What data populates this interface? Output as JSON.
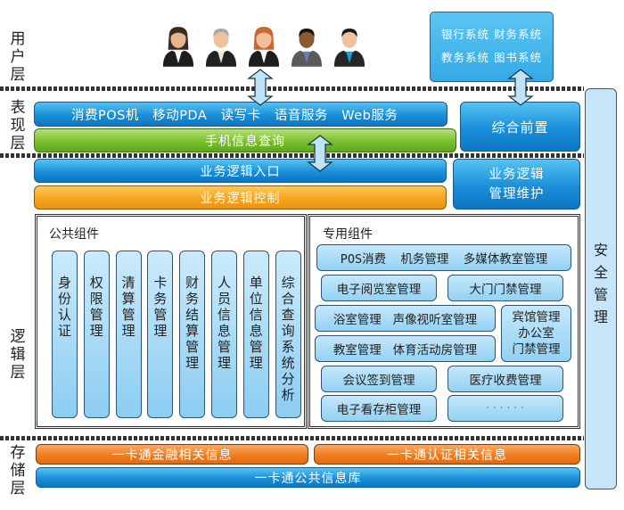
{
  "layers": {
    "user": [
      "用",
      "户",
      "层"
    ],
    "presentation": [
      "表",
      "现",
      "层"
    ],
    "logic": [
      "逻",
      "辑",
      "层"
    ],
    "storage": [
      "存",
      "储",
      "层"
    ]
  },
  "user_layer": {
    "people": [
      {
        "name": "woman-dark-hair",
        "skin": "#e8b48c",
        "hair": "#3b2a1f",
        "suit": "#1e1e1e",
        "tie": "#ffffff"
      },
      {
        "name": "man-gray-hair",
        "skin": "#efc19d",
        "hair": "#a8a8a8",
        "suit": "#222222",
        "tie": "#efe6d6"
      },
      {
        "name": "woman-red-hair",
        "skin": "#f0c09c",
        "hair": "#c9692f",
        "suit": "#1e1e1e",
        "tie": "#ffffff"
      },
      {
        "name": "man-dark-skin",
        "skin": "#8a5a36",
        "hair": "#1c1410",
        "suit": "#5a5a5a",
        "tie": "#6a7fb0"
      },
      {
        "name": "man-blue-tie",
        "skin": "#f0c29e",
        "hair": "#1a1a1a",
        "suit": "#262626",
        "tie": "#1aa0d8"
      }
    ],
    "external_systems": {
      "row1": "银行系统   财务系统",
      "row2": "教务系统   图书系统"
    }
  },
  "presentation_layer": {
    "channels": "消费POS机   移动PDA   读写卡   语音服务   Web服务",
    "mobile_query": "手机信息查询",
    "front_end": "综合前置"
  },
  "logic_layer": {
    "entry": "业务逻辑入口",
    "control": "业务逻辑控制",
    "maintenance": [
      "业务逻辑",
      "管理维护"
    ],
    "public_components": {
      "title": "公共组件",
      "items": [
        [
          "身",
          "份",
          "认",
          "证"
        ],
        [
          "权",
          "限",
          "管",
          "理"
        ],
        [
          "清",
          "算",
          "管",
          "理"
        ],
        [
          "卡",
          "务",
          "管",
          "理"
        ],
        [
          "财",
          "务",
          "结",
          "算",
          "管",
          "理"
        ],
        [
          "人",
          "员",
          "信",
          "息",
          "管",
          "理"
        ],
        [
          "单",
          "位",
          "信",
          "息",
          "管",
          "理"
        ],
        [
          "综",
          "合",
          "查",
          "询",
          "系",
          "统",
          "分",
          "析"
        ]
      ]
    },
    "special_components": {
      "title": "专用组件",
      "pos_row": "POS消费  机务管理  多媒体教室管理",
      "e_reading": "电子阅览室管理",
      "gate": "大门门禁管理",
      "bath_av": "浴室管理   声像视听室管理",
      "classroom_sports": "教室管理   体育活动房管理",
      "hotel_office": [
        "宾馆管理",
        "办公室",
        "门禁管理"
      ],
      "meeting": "会议签到管理",
      "medical": "医疗收费管理",
      "locker": "电子看存柜管理",
      "more": "· · · · · ·"
    }
  },
  "storage_layer": {
    "financial": "一卡通金融相关信息",
    "auth": "一卡通认证相关信息",
    "public_db": "一卡通公共信息库"
  },
  "security": [
    "安",
    "全",
    "管",
    "理"
  ],
  "colors": {
    "blue": "#1a8fd9",
    "green": "#7bbf2e",
    "amber": "#f5a41e",
    "orange": "#f07e1e",
    "light_blue": "#c6e5f8"
  }
}
